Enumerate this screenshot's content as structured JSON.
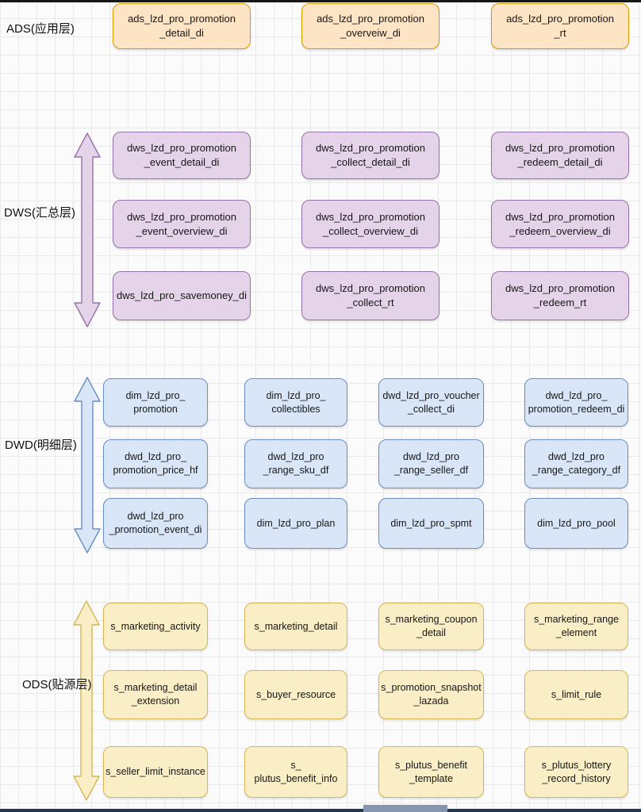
{
  "page": {
    "background": "#fbfbfc",
    "grid_color": "#e9e9ec",
    "edge_top_color": "#161616",
    "edge_bottom_color": "#27364f",
    "edge_bottom_accent": "#8796b0"
  },
  "diagram": {
    "layers": [
      {
        "key": "ads",
        "label": "ADS(应用层)",
        "fill": "#fce4c5",
        "border": "#d79b00",
        "rows": [
          [
            "ads_lzd_pro_promotion\n_detail_di",
            "ads_lzd_pro_promotion\n_overveiw_di",
            "ads_lzd_pro_promotion\n_rt"
          ]
        ]
      },
      {
        "key": "dws",
        "label": "DWS(汇总层)",
        "fill": "#e5d3ea",
        "border": "#9673a6",
        "rows": [
          [
            "dws_lzd_pro_promotion\n_event_detail_di",
            "dws_lzd_pro_promotion\n_collect_detail_di",
            "dws_lzd_pro_promotion\n_redeem_detail_di"
          ],
          [
            "dws_lzd_pro_promotion\n_event_overview_di",
            "dws_lzd_pro_promotion\n_collect_overview_di",
            "dws_lzd_pro_promotion\n_redeem_overview_di"
          ],
          [
            "dws_lzd_pro_savemoney_di",
            "dws_lzd_pro_promotion\n_collect_rt",
            "dws_lzd_pro_promotion\n_redeem_rt"
          ]
        ]
      },
      {
        "key": "dwd",
        "label": "DWD(明细层)",
        "fill": "#d8e6f7",
        "border": "#6c8ebf",
        "rows": [
          [
            "dim_lzd_pro_\npromotion",
            "dim_lzd_pro_\ncollectibles",
            "dwd_lzd_pro_voucher\n_collect_di",
            "dwd_lzd_pro_\npromotion_redeem_di"
          ],
          [
            "dwd_lzd_pro_\npromotion_price_hf",
            "dwd_lzd_pro\n_range_sku_df",
            "dwd_lzd_pro\n_range_seller_df",
            "dwd_lzd_pro\n_range_category_df"
          ],
          [
            "dwd_lzd_pro\n_promotion_event_di",
            "dim_lzd_pro_plan",
            "dim_lzd_pro_spmt",
            "dim_lzd_pro_pool"
          ]
        ]
      },
      {
        "key": "ods",
        "label": "ODS(贴源层)",
        "fill": "#faeec6",
        "border": "#d6b656",
        "rows": [
          [
            "s_marketing_activity",
            "s_marketing_detail",
            "s_marketing_coupon\n_detail",
            "s_marketing_range\n_element"
          ],
          [
            "s_marketing_detail\n_extension",
            "s_buyer_resource",
            "s_promotion_snapshot\n_lazada",
            "s_limit_rule"
          ],
          [
            "s_seller_limit_instance",
            "s_ plutus_benefit_info",
            "s_plutus_benefit\n_template",
            "s_plutus_lottery\n_record_history"
          ]
        ]
      }
    ]
  }
}
